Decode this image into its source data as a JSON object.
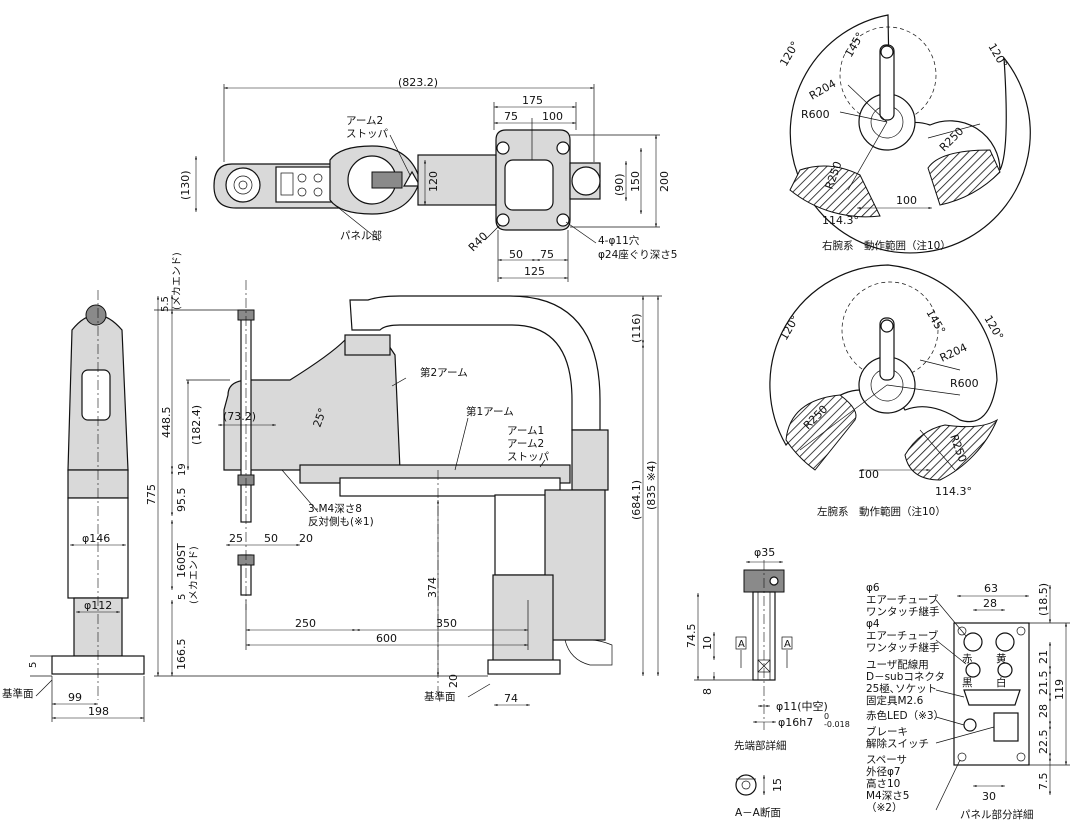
{
  "top_view": {
    "overall_length": "(823.2)",
    "dim_175": "175",
    "dim_75": "75",
    "dim_100": "100",
    "dim_130": "(130)",
    "dim_120": "120",
    "dim_90": "(90)",
    "dim_150": "150",
    "dim_200": "200",
    "dim_r40": "R40",
    "dim_50": "50",
    "dim_75b": "75",
    "dim_125": "125",
    "stopper_label_1": "アーム2",
    "stopper_label_2": "ストッパ",
    "panel_label": "パネル部",
    "hole_label_1": "4-φ11穴",
    "hole_label_2": "φ24座ぐり深さ5"
  },
  "front_view": {
    "dim_55": "5.5",
    "mech_end_top": "(メカエンド)",
    "dim_4485": "448.5",
    "dim_1824": "(182.4)",
    "dim_732": "(73.2)",
    "dim_25deg": "25°",
    "dim_19": "19",
    "dim_955": "95.5",
    "dim_775": "775",
    "dim_160st": "160ST",
    "dim_5": "5",
    "mech_end_bottom": "(メカエンド)",
    "dim_1665": "166.5",
    "dim_25": "25",
    "dim_50": "50",
    "dim_20": "20",
    "dim_250": "250",
    "dim_350": "350",
    "dim_600": "600",
    "dim_374": "374",
    "dim_116": "(116)",
    "dim_6841": "(684.1)",
    "dim_835": "(835 ※4)",
    "dim_20b": "20",
    "dim_74": "74",
    "arm2_label": "第2アーム",
    "arm1_label": "第1アーム",
    "stopper_1": "アーム1",
    "stopper_2": "アーム2",
    "stopper_3": "ストッパ",
    "tap_1": "3-M4深さ8",
    "tap_2": "反対側も(※1)",
    "datum": "基準面"
  },
  "side_view": {
    "dim_146": "φ146",
    "dim_112": "φ112",
    "dim_5": "5",
    "dim_99": "99",
    "dim_198": "198",
    "datum": "基準面"
  },
  "right_range": {
    "angle_left": "120°",
    "angle_right": "120°",
    "angle_145": "145°",
    "r204": "R204",
    "r600": "R600",
    "r250a": "R250",
    "r250b": "R250",
    "dim_100": "100",
    "angle_1143": "114.3°",
    "caption": "右腕系　動作範囲（注10）"
  },
  "left_range": {
    "angle_left": "120°",
    "angle_right": "120°",
    "angle_145": "145°",
    "r204": "R204",
    "r600": "R600",
    "r250a": "R250",
    "r250b": "R250",
    "dim_100": "100",
    "angle_1143": "114.3°",
    "caption": "左腕系　動作範囲（注10）"
  },
  "tip_detail": {
    "dim_35": "φ35",
    "dim_745": "74.5",
    "dim_10": "10",
    "dim_8": "8",
    "section_a": "A",
    "dim_11": "φ11(中空)",
    "dim_16": "φ16h7",
    "tol_upper": "0",
    "tol_lower": "-0.018",
    "caption": "先端部詳細"
  },
  "aa_section": {
    "dim_15": "15",
    "caption": "A－A断面"
  },
  "panel_detail": {
    "dim_63": "63",
    "dim_28": "28",
    "dim_185": "(18.5)",
    "dim_21": "21",
    "dim_215": "21.5",
    "dim_119": "119",
    "dim_28b": "28",
    "dim_225": "22.5",
    "dim_75": "7.5",
    "dim_30": "30",
    "label_phi6": "φ6",
    "label_air1": "エアーチューブ",
    "label_oneTouch1": "ワンタッチ継手",
    "label_phi4": "φ4",
    "label_air2": "エアーチューブ",
    "label_oneTouch2": "ワンタッチ継手",
    "label_user1": "ユーザ配線用",
    "label_user2": "D－subコネクタ",
    "label_user3": "25極､ソケット",
    "label_user4": "固定具M2.6",
    "label_led": "赤色LED（※3）",
    "label_brake1": "ブレーキ",
    "label_brake2": "解除スイッチ",
    "label_sp1": "スペーサ",
    "label_sp2": "外径φ7",
    "label_sp3": "高さ10",
    "label_sp4": "M4深さ5",
    "label_sp5": "（※2）",
    "red": "赤",
    "yellow": "黄",
    "black": "黒",
    "white": "白",
    "caption": "パネル部分詳細"
  }
}
